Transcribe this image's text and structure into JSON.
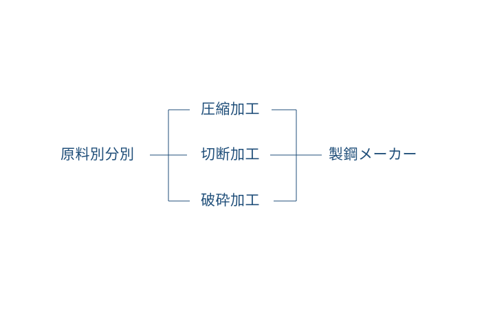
{
  "diagram": {
    "source": {
      "label": "原料別分別"
    },
    "processes": [
      {
        "label": "圧縮加工"
      },
      {
        "label": "切断加工"
      },
      {
        "label": "破砕加工"
      }
    ],
    "target": {
      "label": "製鋼メーカー"
    }
  },
  "colors": {
    "line": "#1f4e79",
    "text": "#1f4e79",
    "background": "#ffffff"
  }
}
